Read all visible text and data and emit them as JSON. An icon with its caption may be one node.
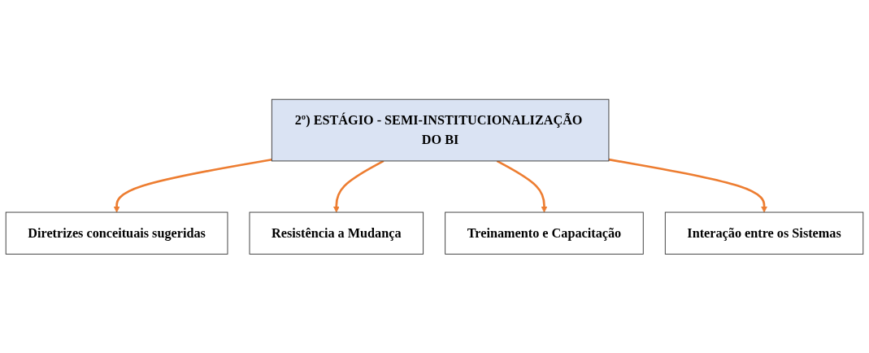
{
  "diagram": {
    "nodes": [
      {
        "text": [
          "2º) ESTÁGIO - SEMI-INSTITUCIONALIZAÇÃO DO BI"
        ]
      },
      {
        "text": [
          "Diretrizes conceituais sugeridas"
        ]
      },
      {
        "text": [
          "Resistência a Mudança"
        ]
      },
      {
        "text": [
          "Treinamento e Capacitação"
        ]
      },
      {
        "text": [
          "Interação entre os Sistemas"
        ]
      }
    ],
    "edges": [
      {
        "from": 0,
        "to": 1,
        "arrow": "to"
      },
      {
        "from": 0,
        "to": 2,
        "arrow": "to"
      },
      {
        "from": 0,
        "to": 3,
        "arrow": "to"
      },
      {
        "from": 0,
        "to": 4,
        "arrow": "to"
      }
    ]
  }
}
